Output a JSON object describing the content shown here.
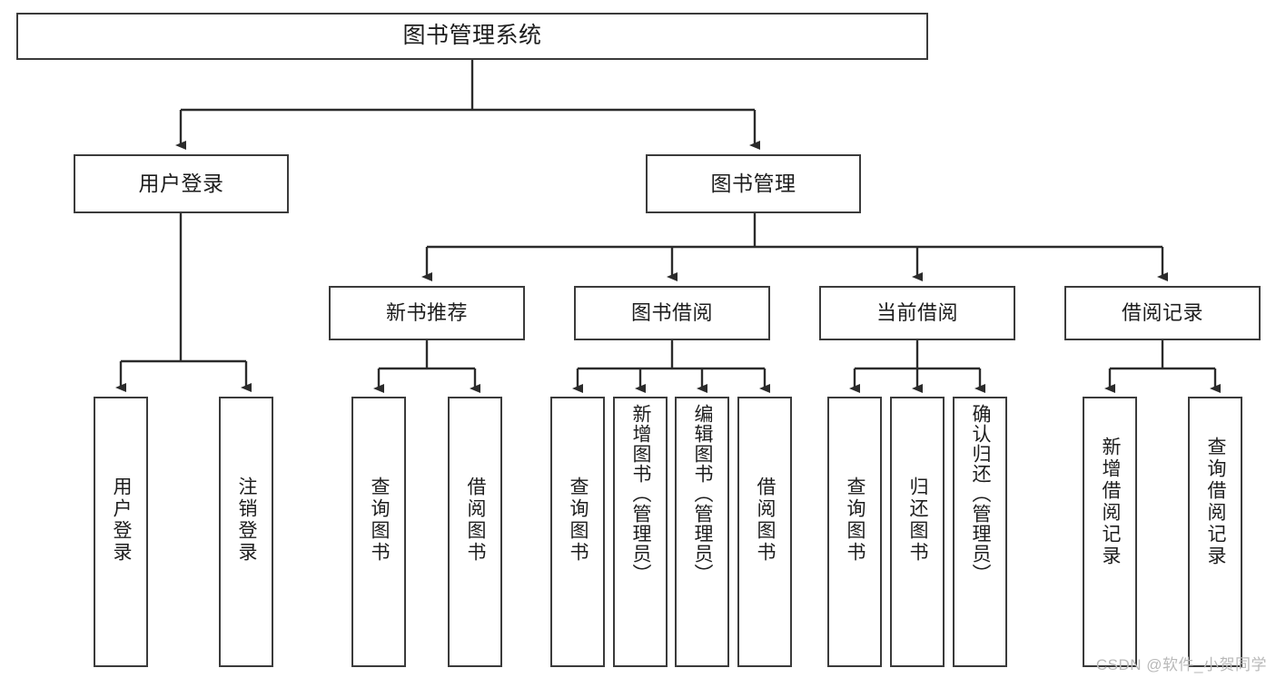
{
  "diagram": {
    "type": "tree-hierarchy-chart",
    "title": "图书管理系统",
    "orientation": "top-down",
    "colors": {
      "box_border": "#3b3b3b",
      "box_fill": "#ffffff",
      "connector": "#2b2b2b",
      "text": "#1d1d1d",
      "watermark": "#b9b9b9",
      "background": "#ffffff"
    },
    "root": {
      "label": "图书管理系统"
    },
    "level1": [
      {
        "id": "user-login",
        "label": "用户登录"
      },
      {
        "id": "book-management",
        "label": "图书管理"
      }
    ],
    "level2": [
      {
        "id": "new-book-recommend",
        "label": "新书推荐",
        "parent": "book-management"
      },
      {
        "id": "book-borrow",
        "label": "图书借阅",
        "parent": "book-management"
      },
      {
        "id": "current-borrow",
        "label": "当前借阅",
        "parent": "book-management"
      },
      {
        "id": "borrow-record",
        "label": "借阅记录",
        "parent": "book-management"
      }
    ],
    "leaves": {
      "user-login": [
        {
          "id": "leaf-user-login",
          "label": "用户登录"
        },
        {
          "id": "leaf-logout-login",
          "label": "注销登录"
        }
      ],
      "new-book-recommend": [
        {
          "id": "leaf-query-book-1",
          "label": "查询图书"
        },
        {
          "id": "leaf-borrow-book-1",
          "label": "借阅图书"
        }
      ],
      "book-borrow": [
        {
          "id": "leaf-query-book-2",
          "label": "查询图书"
        },
        {
          "id": "leaf-add-book",
          "label": "新增图书（管理员）"
        },
        {
          "id": "leaf-edit-book",
          "label": "编辑图书（管理员）"
        },
        {
          "id": "leaf-borrow-book-2",
          "label": "借阅图书"
        }
      ],
      "current-borrow": [
        {
          "id": "leaf-query-book-3",
          "label": "查询图书"
        },
        {
          "id": "leaf-return-book",
          "label": "归还图书"
        },
        {
          "id": "leaf-confirm-return",
          "label": "确认归还（管理员）"
        }
      ],
      "borrow-record": [
        {
          "id": "leaf-add-record",
          "label": "新增借阅记录"
        },
        {
          "id": "leaf-query-record",
          "label": "查询借阅记录"
        }
      ]
    }
  },
  "watermark": {
    "text": "CSDN @软件_小贺同学"
  }
}
